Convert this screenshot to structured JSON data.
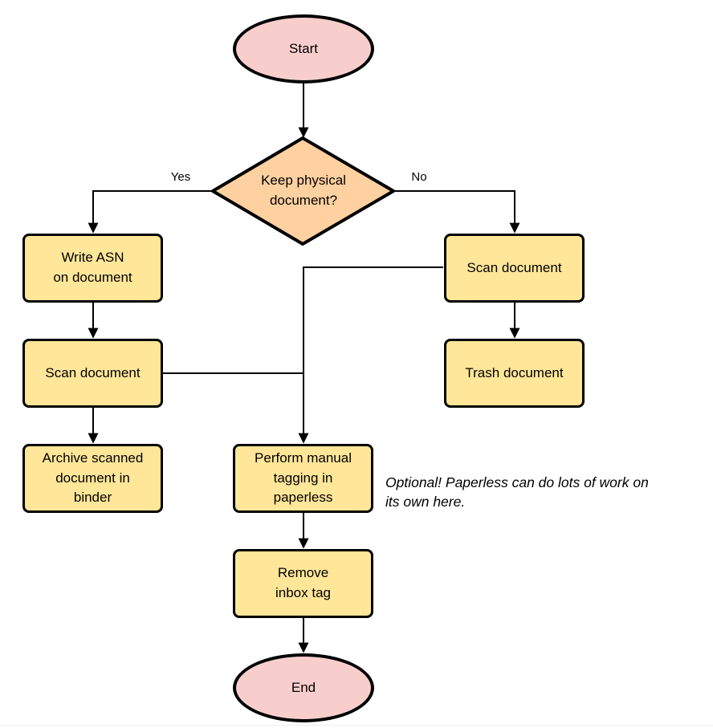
{
  "flowchart": {
    "nodes": {
      "start": {
        "label": "Start"
      },
      "decision": {
        "label": "Keep physical\ndocument?"
      },
      "write_asn": {
        "label": "Write ASN\non document"
      },
      "scan_left": {
        "label": "Scan document"
      },
      "archive": {
        "label": "Archive scanned\ndocument in\nbinder"
      },
      "scan_right": {
        "label": "Scan document"
      },
      "trash": {
        "label": "Trash document"
      },
      "tagging": {
        "label": "Perform manual\ntagging in\npaperless"
      },
      "remove_inbox": {
        "label": "Remove\ninbox tag"
      },
      "end": {
        "label": "End"
      }
    },
    "edge_labels": {
      "yes": "Yes",
      "no": "No"
    },
    "annotation": "Optional! Paperless can do lots of work on\nits own here.",
    "colors": {
      "terminal_fill": "#f8cecc",
      "decision_fill": "#ffd0a0",
      "process_fill": "#ffe699",
      "stroke": "#000000"
    }
  }
}
